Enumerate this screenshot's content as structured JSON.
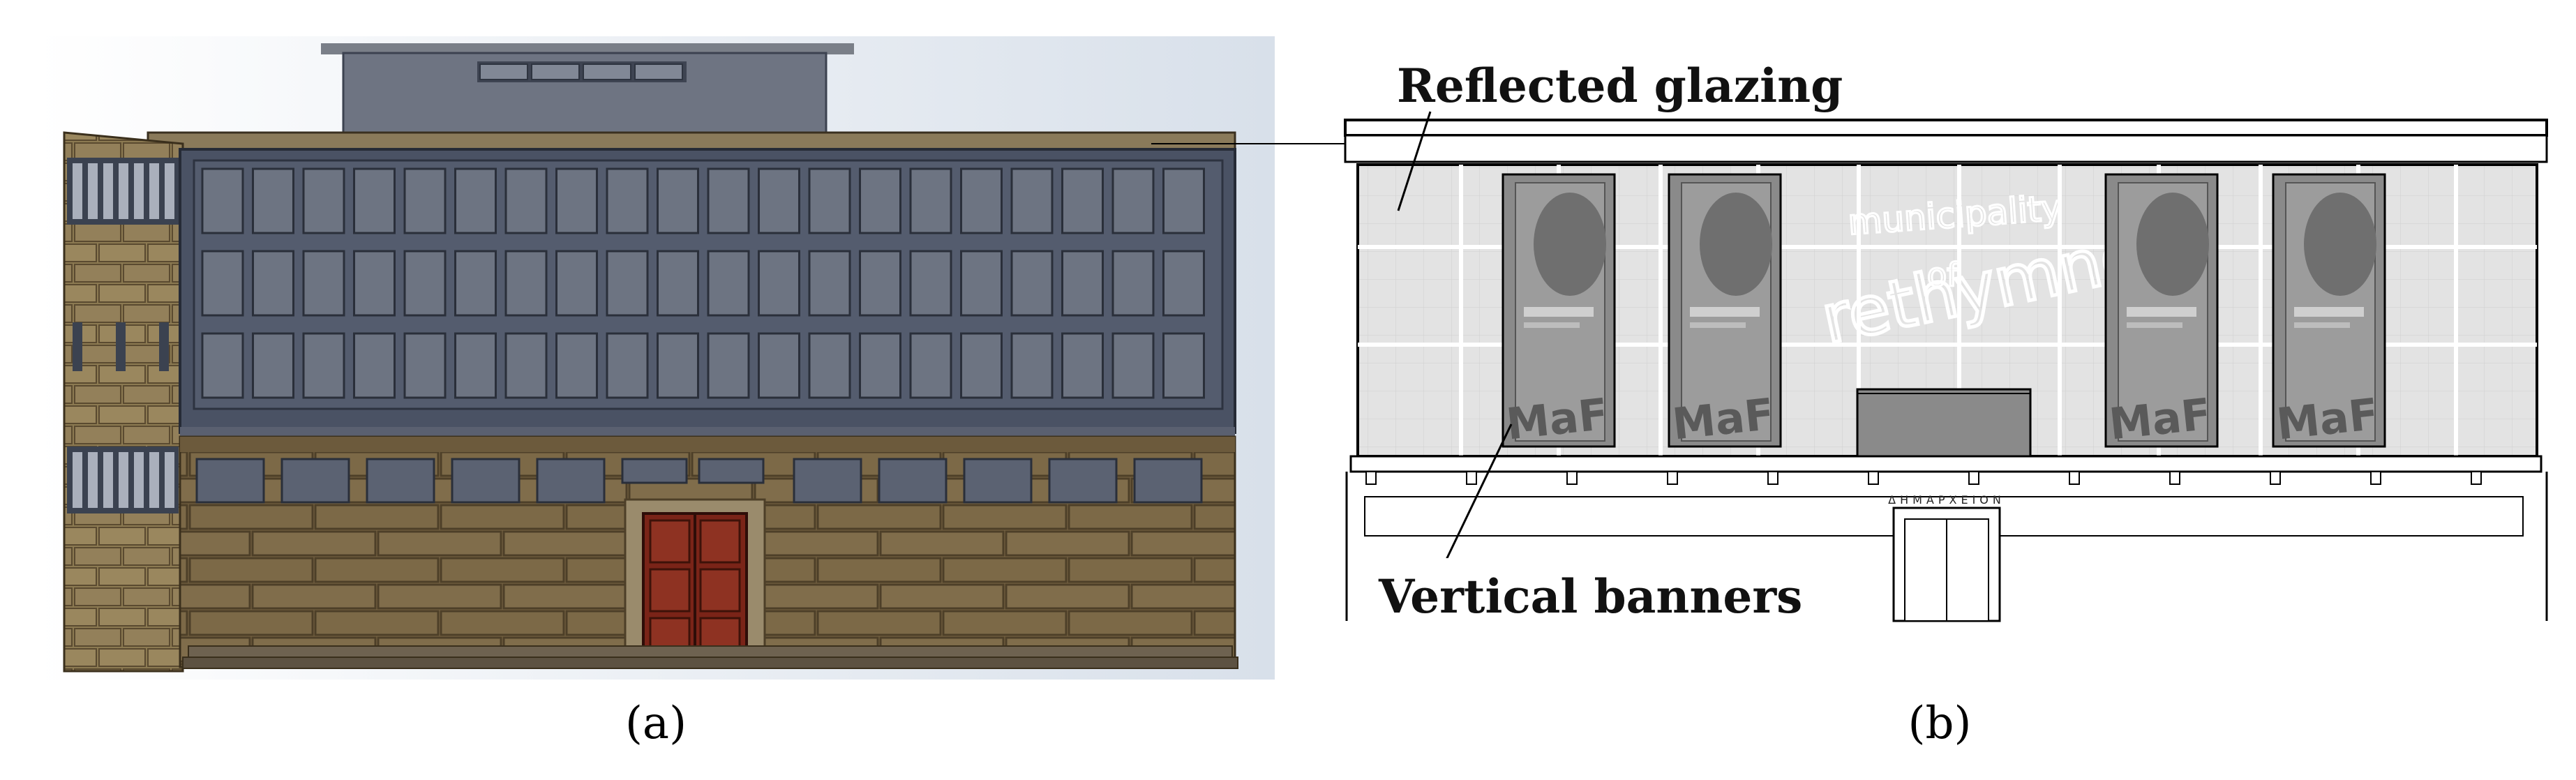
{
  "panel_a": {
    "label": "(a)"
  },
  "panel_b": {
    "label": "(b)",
    "callouts": {
      "reflected_glazing": "Reflected glazing",
      "vertical_banners": "Vertical banners"
    },
    "glazing_graffiti": [
      "municipality",
      "of",
      "rethymno"
    ],
    "banner_text": "MaF",
    "building_sign": "ΔΗΜΑΡΧΕΙΟΝ"
  },
  "colors": {
    "sky": "#dfe6ee",
    "stone": "#7d6a47",
    "cladding": "#4a5264",
    "window": "#6d7482",
    "door": "#7a2418",
    "banner": "#8a8a8a"
  }
}
